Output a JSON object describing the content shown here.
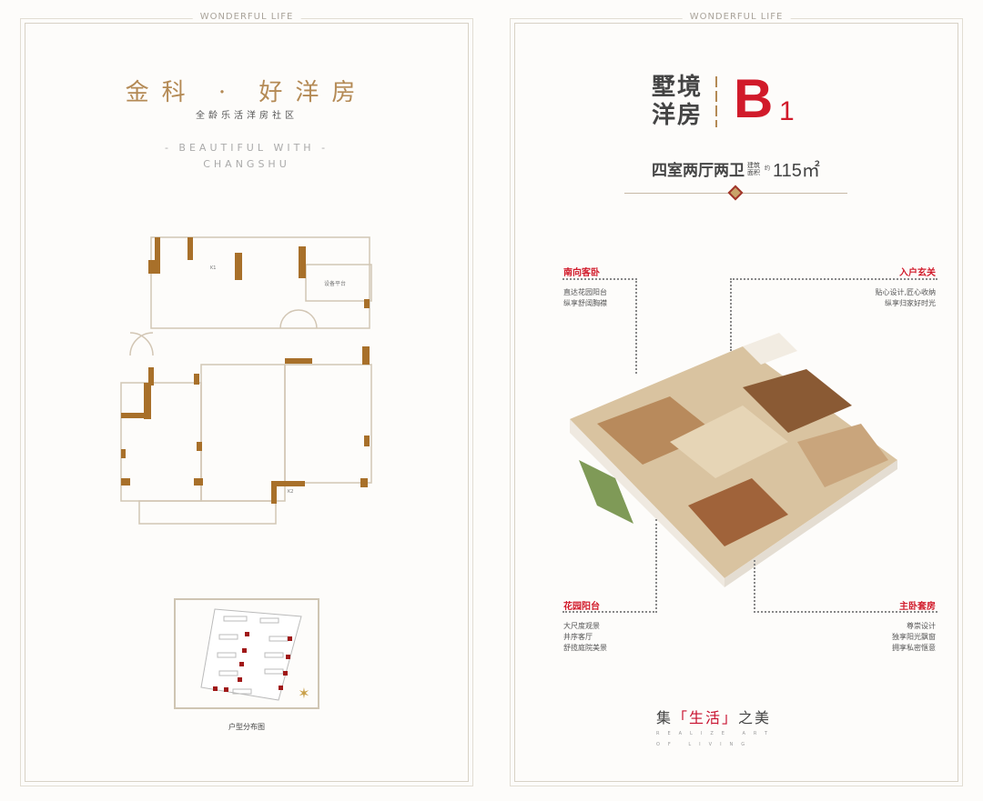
{
  "left": {
    "header": "WONDERFUL LIFE",
    "brand": "金科 · 好洋房",
    "brand_sub": "全龄乐活洋房社区",
    "english_1": "- BEAUTIFUL WITH -",
    "english_2": "CHANGSHU",
    "plan_labels": {
      "platform": "设备平台",
      "k1": "K1",
      "k2": "K2"
    },
    "site_map_caption": "户型分布图"
  },
  "right": {
    "header": "WONDERFUL LIFE",
    "title_line1": "墅境",
    "title_line2": "洋房",
    "unit_code": "B",
    "unit_code_sub": "1",
    "layout": "四室两厅两卫",
    "area_label": "建筑面积",
    "area_about": "约",
    "area": "115㎡",
    "annotations": [
      {
        "title": "南向客卧",
        "lines": [
          "直达花园阳台",
          "纵享舒阔胸襟"
        ]
      },
      {
        "title": "入户玄关",
        "lines": [
          "贴心设计,匠心收纳",
          "纵享归家好时光"
        ]
      },
      {
        "title": "花园阳台",
        "lines": [
          "大尺度观景",
          "井序客厅",
          "舒揽庭院美景"
        ]
      },
      {
        "title": "主卧套房",
        "lines": [
          "尊崇设计",
          "独享阳光飘窗",
          "拥享私密惬意"
        ]
      }
    ],
    "slogan_pre": "集",
    "slogan_hl": "「生活」",
    "slogan_post": "之美",
    "slogan_en1": "REALIZE ART",
    "slogan_en2": "OF LIVING"
  },
  "colors": {
    "gold": "#b48a55",
    "red": "#d11a2a",
    "wall": "#a8702a"
  }
}
